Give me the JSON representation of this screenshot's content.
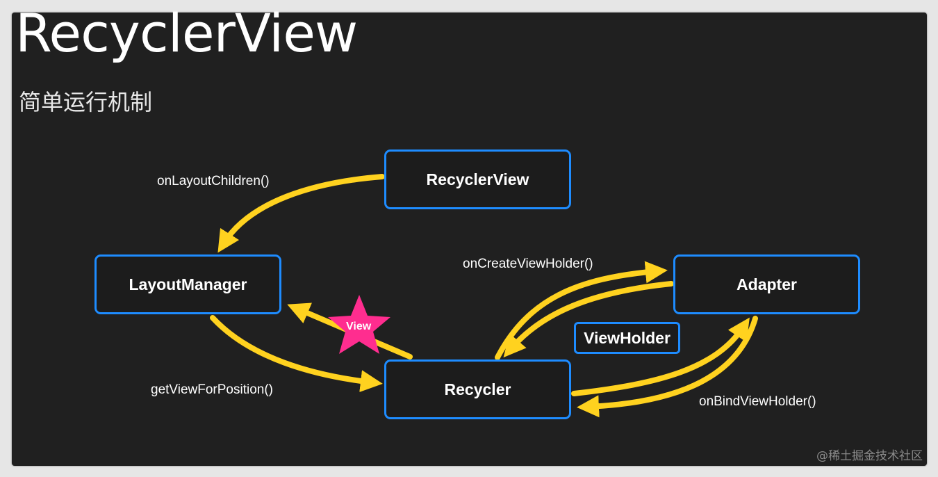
{
  "title": "RecyclerView",
  "subtitle": "简单运行机制",
  "nodes": {
    "recyclerview": "RecyclerView",
    "layoutmanager": "LayoutManager",
    "adapter": "Adapter",
    "recycler": "Recycler",
    "viewholder": "ViewHolder"
  },
  "edge_labels": {
    "on_layout_children": "onLayoutChildren()",
    "get_view_for_position": "getViewForPosition()",
    "on_create_view_holder": "onCreateViewHolder()",
    "on_bind_view_holder": "onBindViewHolder()",
    "view_star": "View"
  },
  "watermark": "@稀土掘金技术社区",
  "colors": {
    "node_border": "#1e8cff",
    "arrow": "#ffd21f",
    "star": "#ff2d8f",
    "background": "#202020"
  }
}
